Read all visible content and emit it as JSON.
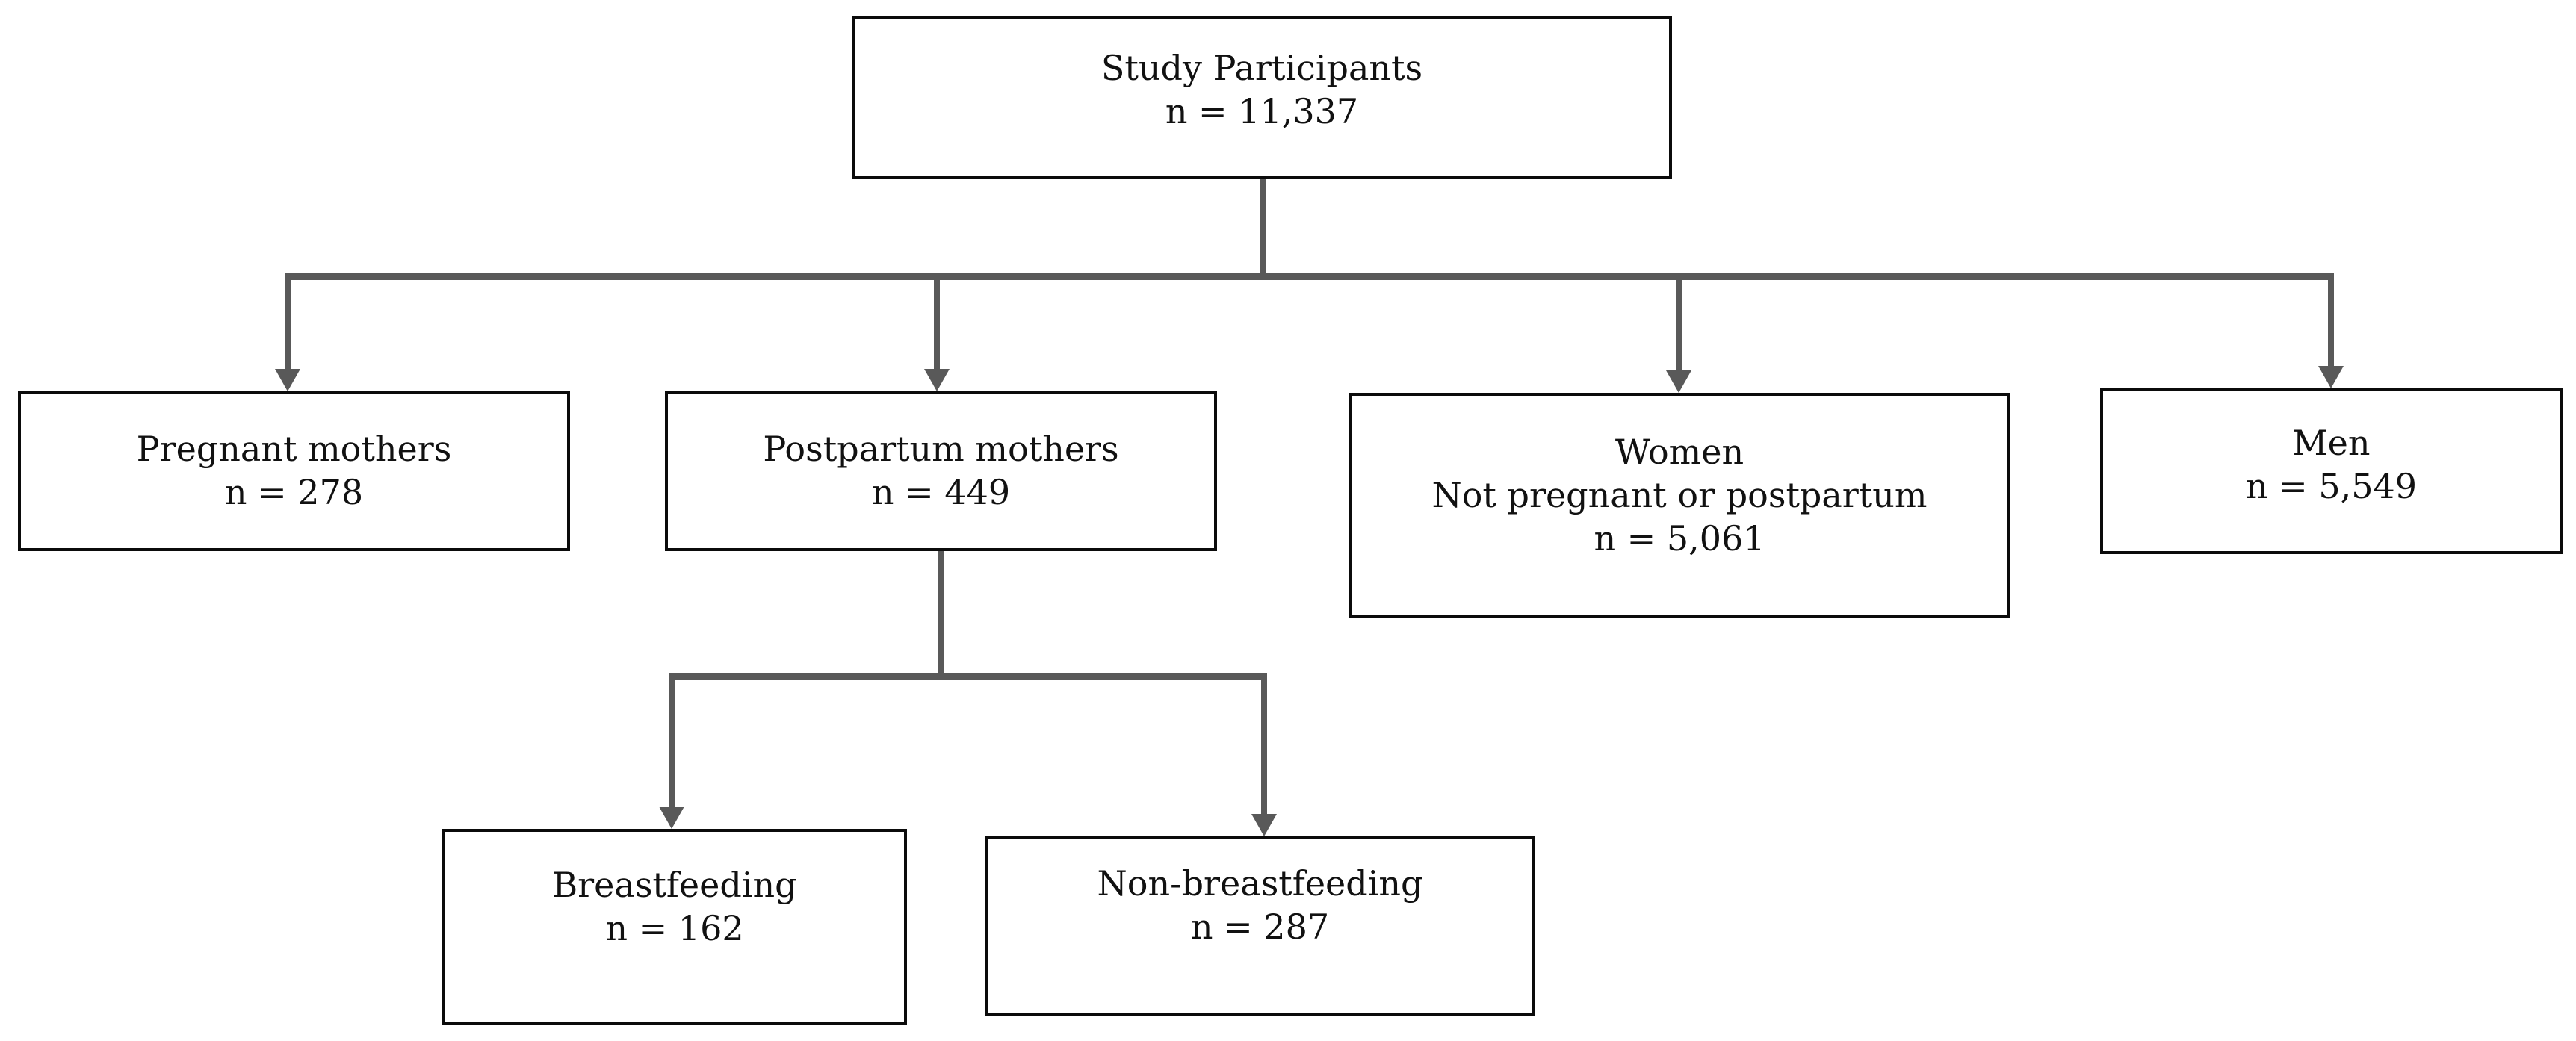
{
  "diagram": {
    "type": "flowchart",
    "background_color": "#ffffff",
    "box_fill_color": "#ffffff",
    "box_border_color": "#0b0b0b",
    "text_color": "#111111",
    "connector_color": "#595959",
    "nodes": [
      {
        "id": "study",
        "title": "Study Participants",
        "count": "n = 11,337"
      },
      {
        "id": "pregnant",
        "title": "Pregnant mothers",
        "count": "n = 278"
      },
      {
        "id": "postpartum",
        "title": "Postpartum mothers",
        "count": "n = 449"
      },
      {
        "id": "women",
        "title": "Women",
        "subtitle": "Not pregnant or postpartum",
        "count": "n = 5,061"
      },
      {
        "id": "men",
        "title": "Men",
        "count": "n = 5,549"
      },
      {
        "id": "breastfeeding",
        "title": "Breastfeeding",
        "count": "n = 162"
      },
      {
        "id": "non_breastfeeding",
        "title": "Non-breastfeeding",
        "count": "n = 287"
      }
    ],
    "edges": [
      {
        "from": "study",
        "to": "pregnant"
      },
      {
        "from": "study",
        "to": "postpartum"
      },
      {
        "from": "study",
        "to": "women"
      },
      {
        "from": "study",
        "to": "men"
      },
      {
        "from": "postpartum",
        "to": "breastfeeding"
      },
      {
        "from": "postpartum",
        "to": "non_breastfeeding"
      }
    ]
  }
}
